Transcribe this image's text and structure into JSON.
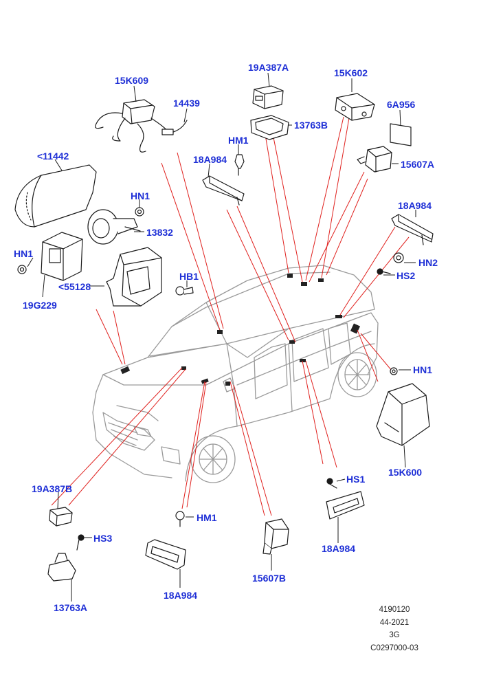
{
  "labels": {
    "c_19A387A_top": "19A387A",
    "c_15K602": "15K602",
    "c_15K609": "15K609",
    "c_14439": "14439",
    "c_6A956": "6A956",
    "c_HM1_top": "HM1",
    "c_13763B": "13763B",
    "c_11442": "<11442",
    "c_18A984_top": "18A984",
    "c_15607A": "15607A",
    "c_HN1_left": "HN1",
    "c_18A984_right": "18A984",
    "c_13832": "13832",
    "c_HN1_mid": "HN1",
    "c_HN2": "HN2",
    "c_HS2": "HS2",
    "c_HB1": "HB1",
    "c_55128": "<55128",
    "c_19G229": "19G229",
    "c_HN1_right": "HN1",
    "c_15K600": "15K600",
    "c_HS1": "HS1",
    "c_19A387B": "19A387B",
    "c_HM1_low": "HM1",
    "c_HS3": "HS3",
    "c_18A984_lowright": "18A984",
    "c_15607B": "15607B",
    "c_18A984_lowmid": "18A984",
    "c_13763A": "13763A"
  },
  "footer": {
    "line1": "4190120",
    "line2": "44-2021",
    "line3": "3G",
    "line4": "C0297000-03"
  },
  "colors": {
    "callout": "#1e2fd6",
    "leader": "#e0211e",
    "drawing": "#1a1a1a",
    "vehicle": "#9a9a9a"
  }
}
